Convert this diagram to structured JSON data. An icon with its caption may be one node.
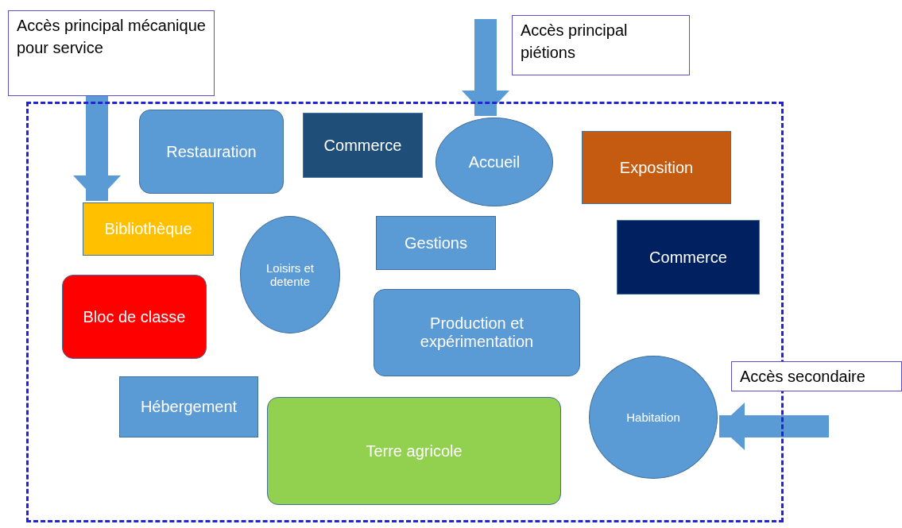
{
  "diagram": {
    "nodes": [
      {
        "text": [],
        "shape": "box"
      },
      {
        "text": [
          "Accès principal mécanique pour service"
        ]
      },
      {
        "text": [
          "Accès principal piétions"
        ]
      },
      {
        "text": [
          "Restauration"
        ],
        "in": 0
      },
      {
        "text": [
          "Commerce"
        ],
        "in": 0
      },
      {
        "text": [
          "Accueil"
        ],
        "in": 0
      },
      {
        "text": [
          "Exposition"
        ],
        "in": 0
      },
      {
        "text": [
          "Bibliothèque"
        ],
        "in": 0
      },
      {
        "text": [
          "Loisirs et detente"
        ],
        "in": 0
      },
      {
        "text": [
          "Gestions"
        ],
        "in": 0
      },
      {
        "text": [
          "Commerce"
        ],
        "in": 0
      },
      {
        "text": [
          "Bloc de classe"
        ],
        "in": 0
      },
      {
        "text": [
          "Production et expérimentation"
        ],
        "in": 0
      },
      {
        "text": [
          "Hébergement"
        ],
        "in": 0
      },
      {
        "text": [
          "Terre agricole"
        ],
        "in": 0
      },
      {
        "text": [
          "Habitation"
        ],
        "in": 0
      },
      {
        "text": [
          "Accès secondaire"
        ]
      }
    ],
    "edges": [
      {
        "from": 1,
        "to": 7,
        "arrow": "to"
      },
      {
        "from": null,
        "to": 5,
        "arrow": "to"
      },
      {
        "from": null,
        "to": 15,
        "arrow": "to"
      }
    ]
  }
}
